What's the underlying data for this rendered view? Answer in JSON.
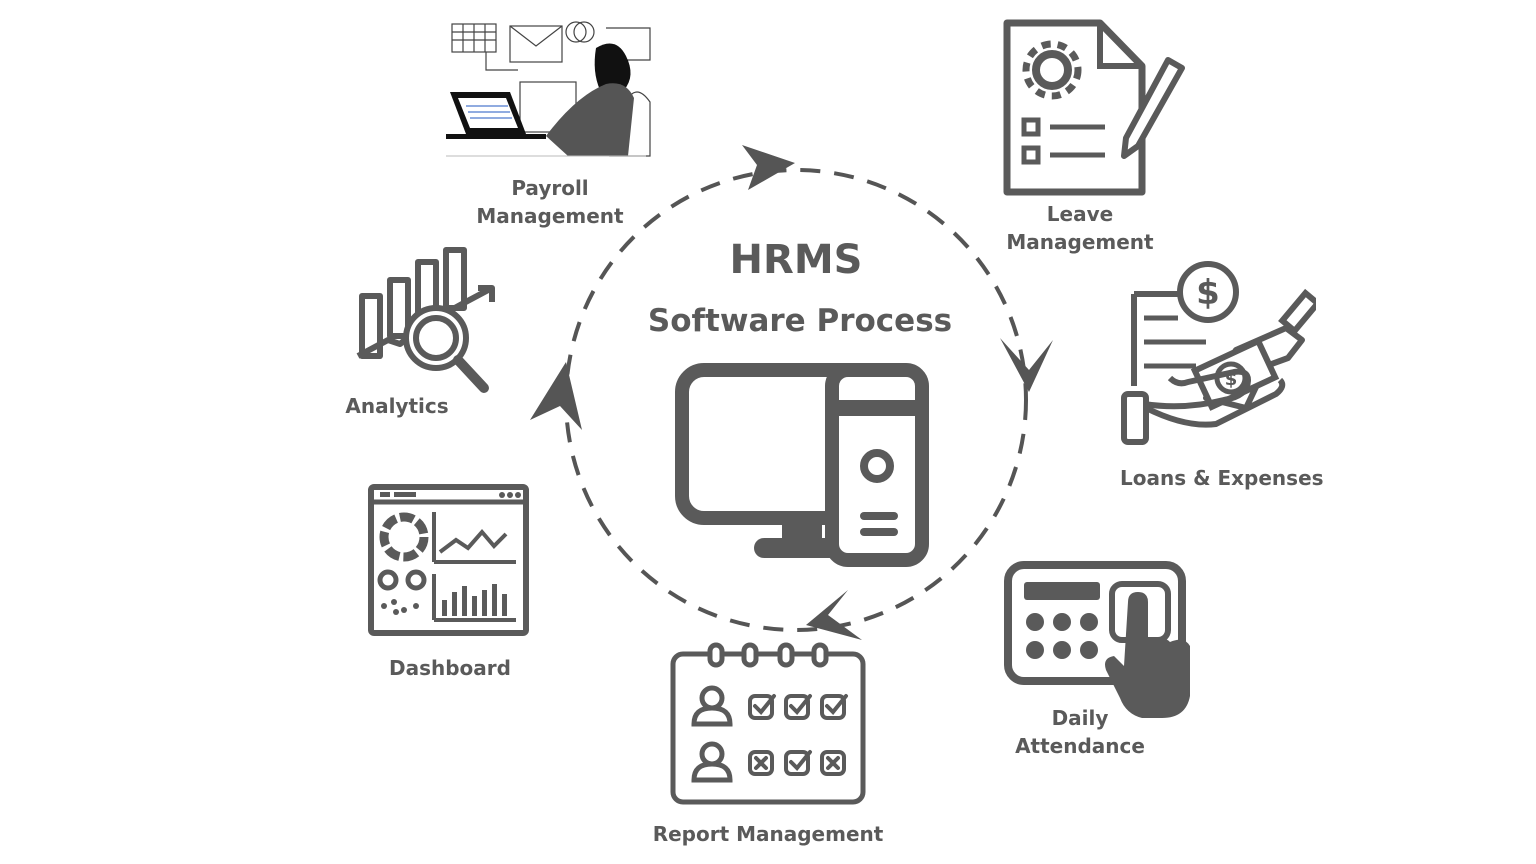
{
  "center": {
    "title": "HRMS",
    "subtitle": "Software Process",
    "icon": "desktop-computer-icon"
  },
  "colors": {
    "ink": "#5a5a5a",
    "background": "#ffffff"
  },
  "nodes": [
    {
      "id": "payroll",
      "line1": "Payroll",
      "line2": "Management",
      "icon": "payroll-illustration-icon"
    },
    {
      "id": "leave",
      "line1": "Leave",
      "line2": "Management",
      "icon": "document-gear-pencil-icon"
    },
    {
      "id": "loans",
      "line1": "Loans & Expenses",
      "line2": "",
      "icon": "hand-money-invoice-icon"
    },
    {
      "id": "attendance",
      "line1": "Daily",
      "line2": "Attendance",
      "icon": "keypad-finger-icon"
    },
    {
      "id": "report",
      "line1": "Report Management",
      "line2": "",
      "icon": "calendar-checklist-icon"
    },
    {
      "id": "dashboard",
      "line1": "Dashboard",
      "line2": "",
      "icon": "dashboard-screen-icon"
    },
    {
      "id": "analytics",
      "line1": "Analytics",
      "line2": "",
      "icon": "chart-magnifier-icon"
    }
  ],
  "cycle": {
    "style": "dashed-circle",
    "direction": "clockwise",
    "arrow_icon": "arrowhead-icon"
  }
}
